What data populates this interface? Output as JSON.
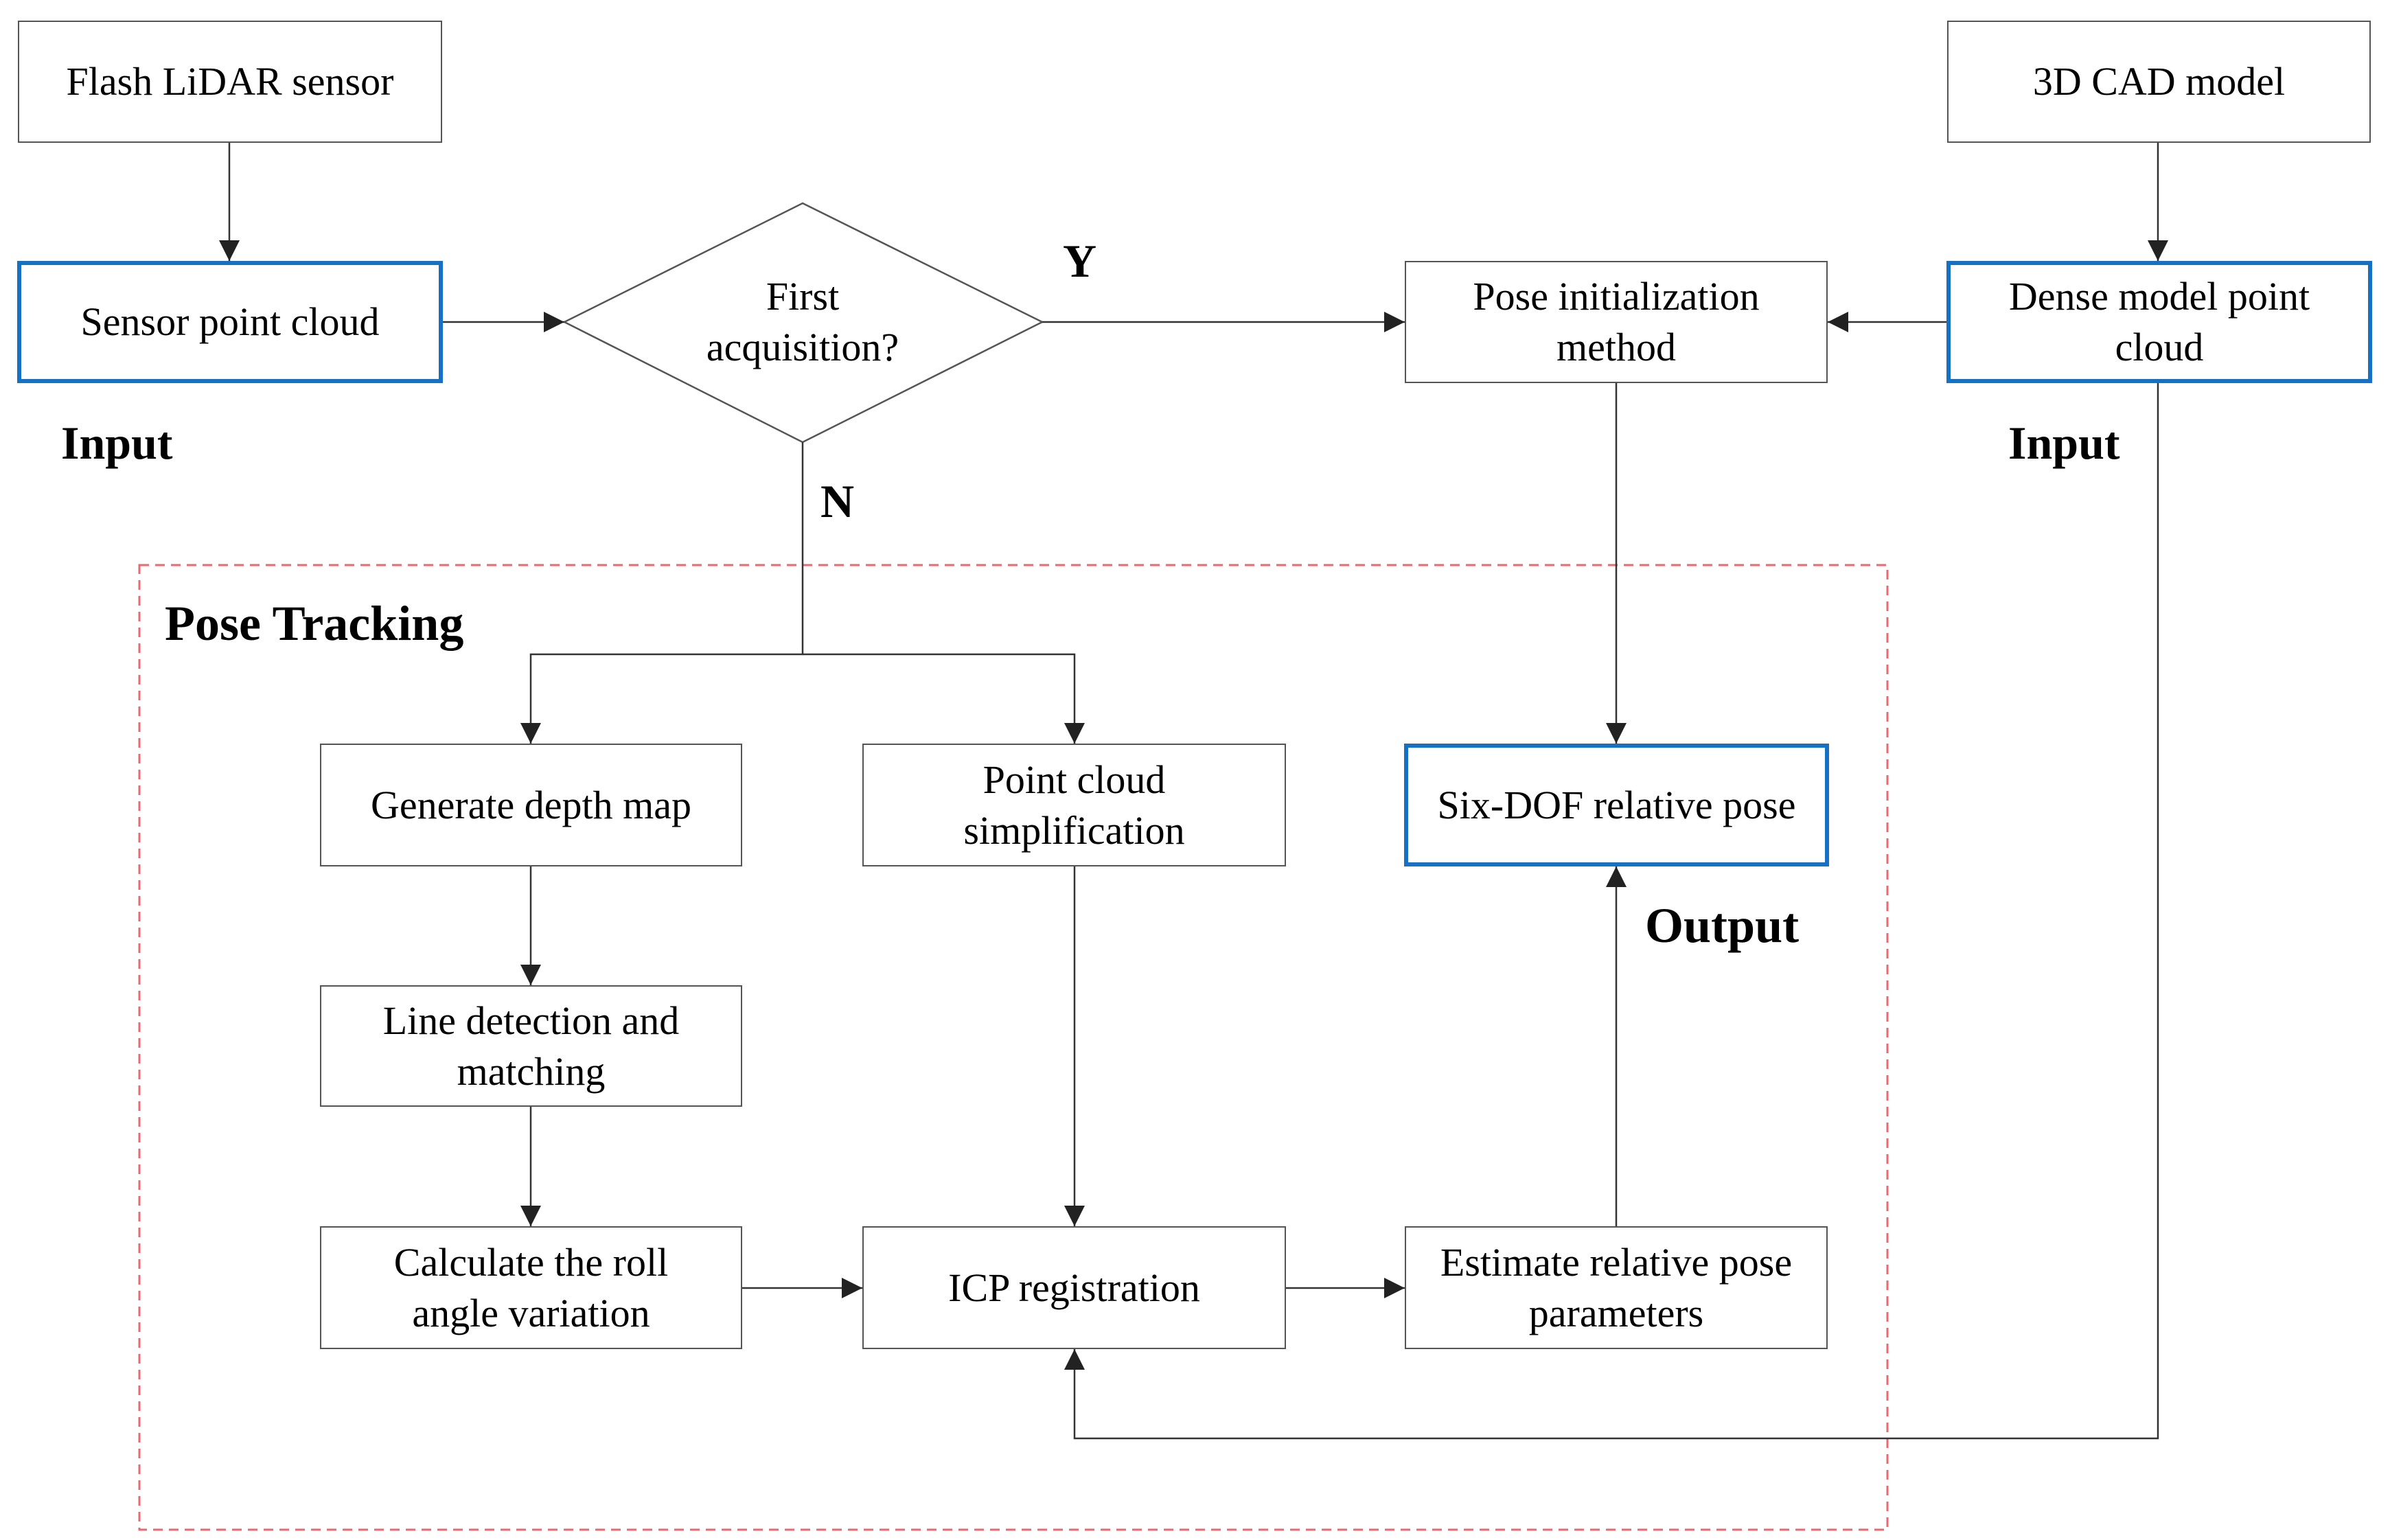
{
  "nodes": {
    "lidar": {
      "lines": [
        "Flash LiDAR sensor"
      ]
    },
    "cad": {
      "lines": [
        "3D CAD model"
      ]
    },
    "sensor_cloud": {
      "lines": [
        "Sensor point cloud"
      ]
    },
    "decision": {
      "lines": [
        "First",
        "acquisition?"
      ]
    },
    "pose_init": {
      "lines": [
        "Pose initialization",
        "method"
      ]
    },
    "dense_cloud": {
      "lines": [
        "Dense model point",
        "cloud"
      ]
    },
    "depth_map": {
      "lines": [
        "Generate depth map"
      ]
    },
    "simplification": {
      "lines": [
        "Point cloud",
        "simplification"
      ]
    },
    "six_dof": {
      "lines": [
        "Six-DOF relative pose"
      ]
    },
    "line_detection": {
      "lines": [
        "Line detection and",
        "matching"
      ]
    },
    "roll_angle": {
      "lines": [
        "Calculate the roll",
        "angle variation"
      ]
    },
    "icp": {
      "lines": [
        "ICP registration"
      ]
    },
    "estimate": {
      "lines": [
        "Estimate relative pose",
        "parameters"
      ]
    }
  },
  "labels": {
    "yes": "Y",
    "no": "N",
    "input_left": "Input",
    "input_right": "Input",
    "output": "Output",
    "region": "Pose Tracking"
  },
  "colors": {
    "highlight": "#1670c4",
    "box_border": "#555555",
    "line": "#333333",
    "region_border": "#e8696f"
  }
}
